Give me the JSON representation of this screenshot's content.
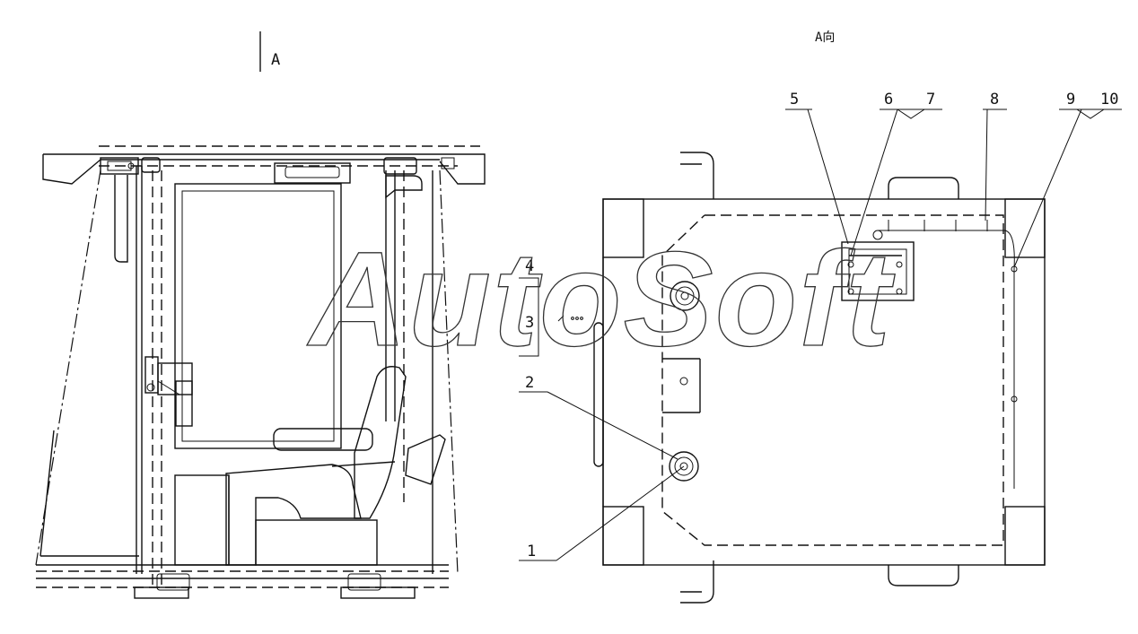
{
  "view_labels": {
    "section_a": "A",
    "view_a": "A向"
  },
  "watermark": "AutoSoft",
  "callouts": [
    "1",
    "2",
    "3",
    "4",
    "5",
    "6",
    "7",
    "8",
    "9",
    "10"
  ]
}
